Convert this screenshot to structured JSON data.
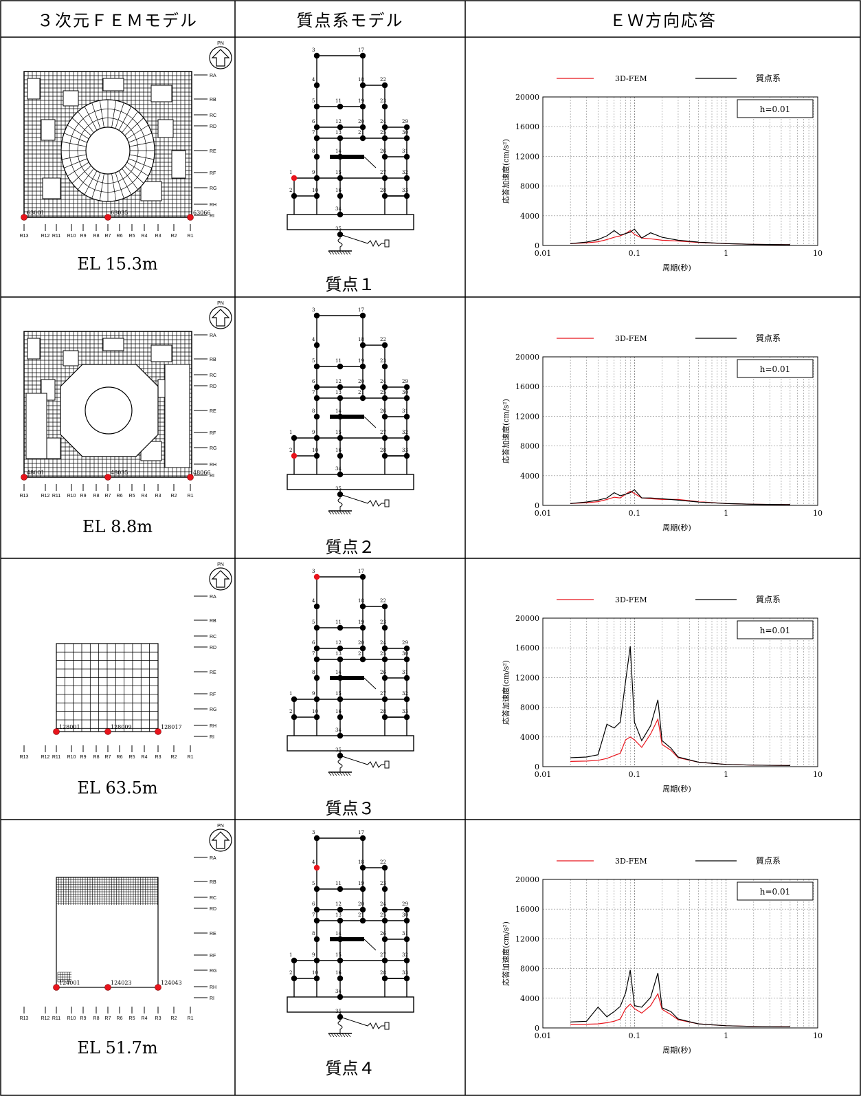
{
  "headers": [
    "３次元ＦＥＭモデル",
    "質点系モデル",
    "ＥＷ方向応答"
  ],
  "compass_label": "PN",
  "row_axis_labels": [
    "RA",
    "RB",
    "RC",
    "RD",
    "RE",
    "RF",
    "RG",
    "RH",
    "RI"
  ],
  "col_axis_labels": [
    "R13",
    "R12",
    "R11",
    "R10",
    "R9",
    "R8",
    "R7",
    "R6",
    "R5",
    "R4",
    "R3",
    "R2",
    "R1"
  ],
  "stick_node_labels": [
    "1",
    "2",
    "3",
    "4",
    "5",
    "6",
    "7",
    "8",
    "9",
    "10",
    "11",
    "12",
    "13",
    "14",
    "15",
    "16",
    "17",
    "18",
    "19",
    "20",
    "21",
    "22",
    "23",
    "24",
    "25",
    "26",
    "27",
    "28",
    "29",
    "30",
    "31",
    "32",
    "33",
    "34",
    "35"
  ],
  "legend": {
    "fem": "3D-FEM",
    "lumped": "質点系"
  },
  "colors": {
    "fem": "#e8141c",
    "lumped": "#000000",
    "highlight": "#e8141c"
  },
  "rows": [
    {
      "elevation": "EL 15.3m",
      "mass_point": "質点１",
      "highlight_node": "1",
      "fem_points": [
        "63001",
        "63035",
        "63066"
      ],
      "model": "full-grid"
    },
    {
      "elevation": "EL 8.8m",
      "mass_point": "質点２",
      "highlight_node": "2",
      "fem_points": [
        "48001",
        "48035",
        "48066"
      ],
      "model": "octagon"
    },
    {
      "elevation": "EL 63.5m",
      "mass_point": "質点３",
      "highlight_node": "3",
      "fem_points": [
        "128001",
        "128009",
        "128017"
      ],
      "model": "grid"
    },
    {
      "elevation": "EL 51.7m",
      "mass_point": "質点４",
      "highlight_node": "4",
      "fem_points": [
        "124001",
        "124023",
        "124043"
      ],
      "model": "box"
    }
  ],
  "chart_data": [
    {
      "type": "line",
      "damping_label": "h=0.01",
      "xlabel": "周期(秒)",
      "ylabel": "応答加速度(cm/s²)",
      "xscale": "log",
      "xlim": [
        0.01,
        10
      ],
      "ylim": [
        0,
        20000
      ],
      "xticks": [
        "0.01",
        "0.1",
        "1",
        "10"
      ],
      "yticks": [
        "0",
        "4000",
        "8000",
        "12000",
        "16000",
        "20000"
      ],
      "legend_position": "top",
      "grid": true,
      "series": [
        {
          "name": "3D-FEM",
          "x": [
            0.02,
            0.03,
            0.04,
            0.05,
            0.06,
            0.07,
            0.08,
            0.09,
            0.1,
            0.12,
            0.15,
            0.2,
            0.3,
            0.5,
            1,
            2,
            5
          ],
          "y": [
            250,
            350,
            500,
            800,
            1100,
            1300,
            1600,
            2000,
            1500,
            1000,
            900,
            700,
            600,
            400,
            250,
            150,
            100
          ]
        },
        {
          "name": "質点系",
          "x": [
            0.02,
            0.03,
            0.04,
            0.05,
            0.06,
            0.07,
            0.08,
            0.09,
            0.1,
            0.12,
            0.15,
            0.2,
            0.3,
            0.5,
            1,
            2,
            5
          ],
          "y": [
            250,
            450,
            800,
            1300,
            2000,
            1400,
            1600,
            1800,
            2200,
            1000,
            1700,
            1100,
            700,
            450,
            250,
            150,
            100
          ]
        }
      ]
    },
    {
      "type": "line",
      "damping_label": "h=0.01",
      "xlabel": "周期(秒)",
      "ylabel": "応答加速度(cm/s²)",
      "xscale": "log",
      "xlim": [
        0.01,
        10
      ],
      "ylim": [
        0,
        20000
      ],
      "xticks": [
        "0.01",
        "0.1",
        "1",
        "10"
      ],
      "yticks": [
        "0",
        "4000",
        "8000",
        "12000",
        "16000",
        "20000"
      ],
      "legend_position": "top",
      "grid": true,
      "series": [
        {
          "name": "3D-FEM",
          "x": [
            0.02,
            0.03,
            0.04,
            0.05,
            0.06,
            0.07,
            0.08,
            0.09,
            0.1,
            0.12,
            0.15,
            0.2,
            0.3,
            0.5,
            1,
            2,
            5
          ],
          "y": [
            250,
            350,
            500,
            800,
            1100,
            1000,
            1500,
            1900,
            1600,
            1000,
            900,
            800,
            800,
            500,
            250,
            150,
            100
          ]
        },
        {
          "name": "質点系",
          "x": [
            0.02,
            0.03,
            0.04,
            0.05,
            0.06,
            0.07,
            0.08,
            0.09,
            0.1,
            0.12,
            0.15,
            0.2,
            0.3,
            0.5,
            1,
            2,
            5
          ],
          "y": [
            250,
            450,
            700,
            1000,
            1700,
            1300,
            1500,
            1700,
            2100,
            1000,
            1000,
            900,
            700,
            450,
            250,
            150,
            100
          ]
        }
      ]
    },
    {
      "type": "line",
      "damping_label": "h=0.01",
      "xlabel": "周期(秒)",
      "ylabel": "応答加速度(cm/s²)",
      "xscale": "log",
      "xlim": [
        0.01,
        10
      ],
      "ylim": [
        0,
        20000
      ],
      "xticks": [
        "0.01",
        "0.1",
        "1",
        "10"
      ],
      "yticks": [
        "0",
        "4000",
        "8000",
        "12000",
        "16000",
        "20000"
      ],
      "legend_position": "top",
      "grid": true,
      "series": [
        {
          "name": "3D-FEM",
          "x": [
            0.02,
            0.03,
            0.04,
            0.05,
            0.06,
            0.07,
            0.08,
            0.09,
            0.1,
            0.12,
            0.15,
            0.18,
            0.2,
            0.25,
            0.3,
            0.5,
            1,
            2,
            5
          ],
          "y": [
            700,
            750,
            850,
            1100,
            1500,
            1800,
            3600,
            4000,
            3600,
            2600,
            4400,
            6400,
            3000,
            2200,
            1200,
            600,
            300,
            200,
            150
          ]
        },
        {
          "name": "質点系",
          "x": [
            0.02,
            0.03,
            0.04,
            0.05,
            0.06,
            0.07,
            0.08,
            0.09,
            0.1,
            0.12,
            0.15,
            0.18,
            0.2,
            0.25,
            0.3,
            0.5,
            1,
            2,
            5
          ],
          "y": [
            1200,
            1300,
            1600,
            5700,
            5200,
            6000,
            11500,
            16200,
            6000,
            3500,
            5500,
            9000,
            3500,
            2500,
            1300,
            600,
            300,
            200,
            150
          ]
        }
      ]
    },
    {
      "type": "line",
      "damping_label": "h=0.01",
      "xlabel": "周期(秒)",
      "ylabel": "応答加速度(cm/s²)",
      "xscale": "log",
      "xlim": [
        0.01,
        10
      ],
      "ylim": [
        0,
        20000
      ],
      "xticks": [
        "0.01",
        "0.1",
        "1",
        "10"
      ],
      "yticks": [
        "0",
        "4000",
        "8000",
        "12000",
        "16000",
        "20000"
      ],
      "legend_position": "top",
      "grid": true,
      "series": [
        {
          "name": "3D-FEM",
          "x": [
            0.02,
            0.03,
            0.04,
            0.05,
            0.06,
            0.07,
            0.08,
            0.09,
            0.1,
            0.12,
            0.15,
            0.18,
            0.2,
            0.25,
            0.3,
            0.5,
            1,
            2,
            5
          ],
          "y": [
            450,
            500,
            550,
            700,
            900,
            1200,
            2600,
            3200,
            2600,
            2000,
            3000,
            4600,
            2500,
            1800,
            1100,
            550,
            300,
            200,
            150
          ]
        },
        {
          "name": "質点系",
          "x": [
            0.02,
            0.03,
            0.04,
            0.05,
            0.06,
            0.07,
            0.08,
            0.09,
            0.1,
            0.12,
            0.15,
            0.18,
            0.2,
            0.25,
            0.3,
            0.5,
            1,
            2,
            5
          ],
          "y": [
            800,
            900,
            2800,
            1500,
            2200,
            2900,
            4700,
            7800,
            3000,
            2800,
            4100,
            7400,
            2700,
            2200,
            1200,
            550,
            300,
            200,
            150
          ]
        }
      ]
    }
  ]
}
